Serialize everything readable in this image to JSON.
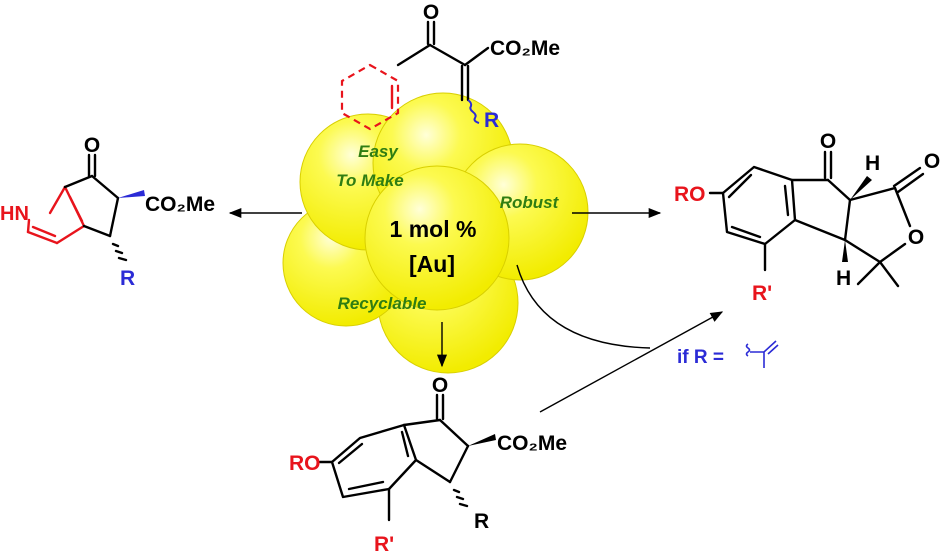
{
  "colors": {
    "accent_red": "#e8141c",
    "accent_blue": "#2b2bd6",
    "feature_green": "#2f7d12",
    "catalyst_yellow": "#f5f000",
    "black": "#000000"
  },
  "substrate": {
    "ketone_o": "O",
    "ester": "CO₂Me",
    "r_group": "R"
  },
  "catalyst_cloud": {
    "easy_line1": "Easy",
    "easy_line2": "To Make",
    "robust": "Robust",
    "recyclable": "Recyclable",
    "loading": "1 mol %",
    "metal": "[Au]"
  },
  "pyrrole_product": {
    "ketone_o": "O",
    "nh": "HN",
    "ester": "CO₂Me",
    "r_group": "R"
  },
  "indanone_product": {
    "ketone_o": "O",
    "ro": "RO",
    "ester": "CO₂Me",
    "r_group": "R",
    "r_prime": "R'"
  },
  "lactone_product": {
    "ketone_o": "O",
    "lactone_carbonyl_o": "O",
    "ring_o": "O",
    "h_top": "H",
    "h_bottom": "H",
    "ro": "RO",
    "r_prime": "R'"
  },
  "condition": {
    "text": "if R ="
  },
  "icons": [
    "squiggle-bond-icon",
    "isopropenyl-icon",
    "arrowhead-icon"
  ]
}
